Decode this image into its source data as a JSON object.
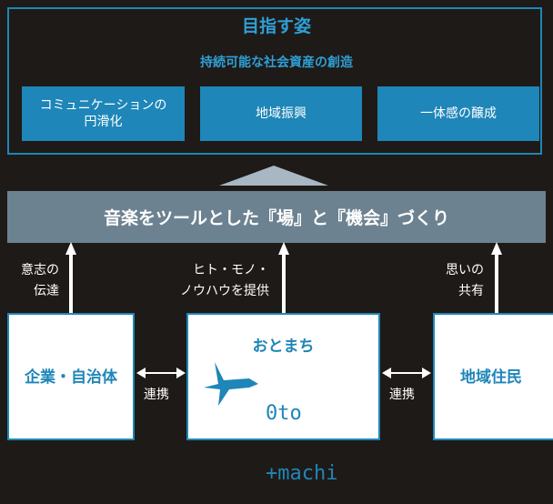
{
  "goal": {
    "title": "目指す姿",
    "subtitle": "持続可能な社会資産の創造",
    "boxes": [
      {
        "line1": "コミュニケーションの",
        "line2": "円滑化"
      },
      {
        "label": "地域振興"
      },
      {
        "label": "一体感の醸成"
      }
    ]
  },
  "banner": {
    "text": "音楽をツールとした『場』と『機会』づくり"
  },
  "inputs": [
    {
      "line1": "意志の",
      "line2": "伝達"
    },
    {
      "line1": "ヒト・モノ・",
      "line2": "ノウハウを提供"
    },
    {
      "line1": "思いの",
      "line2": "共有"
    }
  ],
  "actors": {
    "left": "企業・自治体",
    "center_title": "おとまち",
    "center_logo_line1": "0to",
    "center_logo_line2": "+machi",
    "right": "地域住民"
  },
  "links": {
    "left": "連携",
    "right": "連携"
  },
  "colors": {
    "background": "#1e1a17",
    "accent_blue": "#1e86b8",
    "banner_gray": "#6d8290",
    "triangle": "#a8b7c3"
  }
}
